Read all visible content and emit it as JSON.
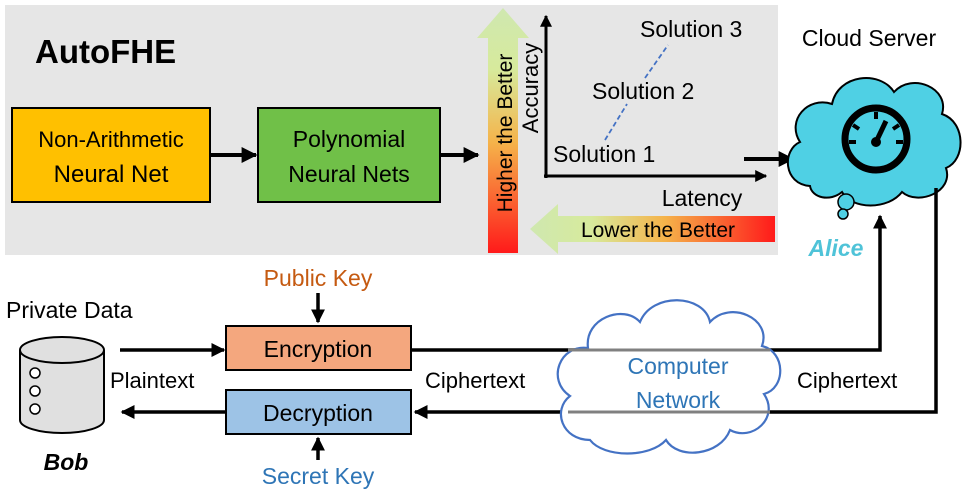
{
  "title": "AutoFHE",
  "nodes": {
    "non_arith": {
      "line1": "Non-Arithmetic",
      "line2": "Neural Net"
    },
    "poly": {
      "line1": "Polynomial",
      "line2": "Neural Nets"
    },
    "encryption": "Encryption",
    "decryption": "Decryption"
  },
  "chart": {
    "y_label": "Accuracy",
    "x_label": "Latency",
    "solutions": [
      "Solution 1",
      "Solution 2",
      "Solution 3"
    ],
    "higher_better": "Higher the Better",
    "lower_better": "Lower the Better"
  },
  "labels": {
    "cloud_server": "Cloud Server",
    "alice": "Alice",
    "bob": "Bob",
    "private_data": "Private Data",
    "public_key": "Public Key",
    "secret_key": "Secret Key",
    "plaintext": "Plaintext",
    "ciphertext_left": "Ciphertext",
    "ciphertext_right": "Ciphertext",
    "network": {
      "line1": "Computer",
      "line2": "Network"
    }
  },
  "colors": {
    "panel_bg": "#e6e6e6",
    "orange_box": "#ffc000",
    "green_box": "#70c048",
    "encryption_box": "#f4a77e",
    "decryption_box": "#9dc3e6",
    "cloud_fill": "#4fd0e4",
    "public_key_text": "#c55a11",
    "secret_key_text": "#2e75b6",
    "alice_text": "#4fc3d8",
    "network_text": "#2e75b6"
  }
}
